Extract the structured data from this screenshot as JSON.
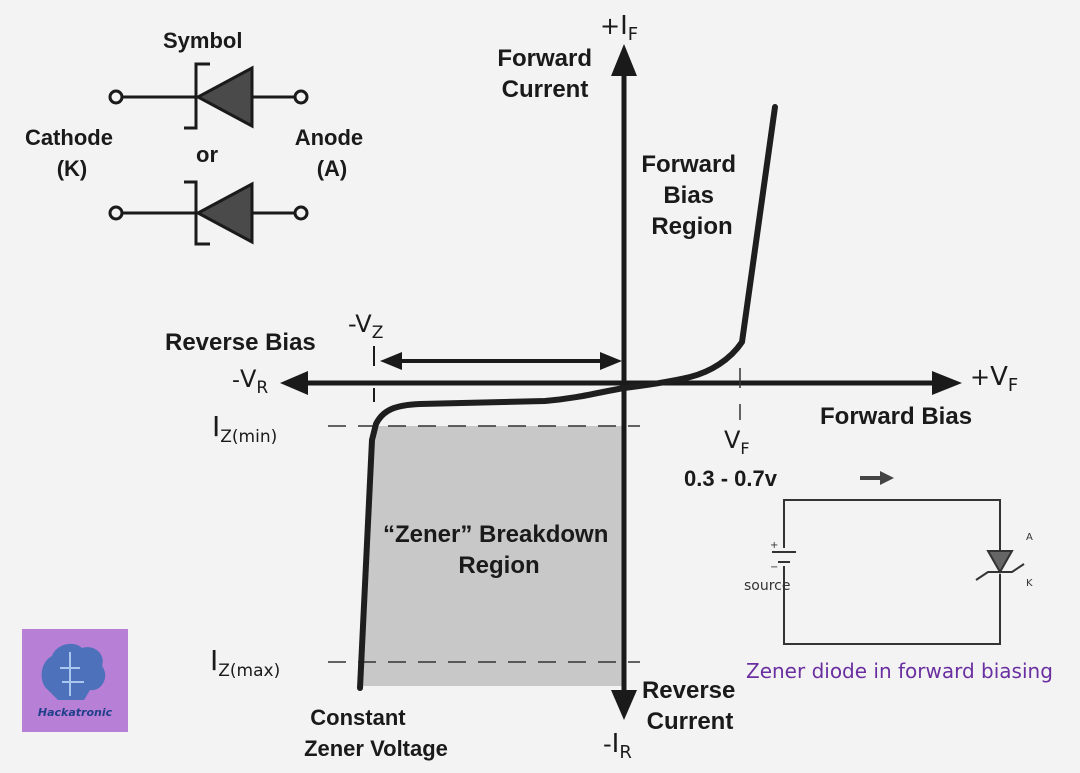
{
  "axes": {
    "y_plus": {
      "sign": "+",
      "main": "I",
      "sub": "F"
    },
    "y_minus": {
      "sign": "-",
      "main": "I",
      "sub": "R"
    },
    "x_plus": {
      "sign": "+",
      "main": "V",
      "sub": "F"
    },
    "x_minus": {
      "sign": "-",
      "main": "V",
      "sub": "R"
    },
    "forward_current": [
      "Forward",
      "Current"
    ],
    "reverse_current": [
      "Reverse",
      "Current"
    ],
    "forward_bias": "Forward Bias",
    "reverse_bias": "Reverse Bias"
  },
  "regions": {
    "forward_bias_region": [
      "Forward",
      "Bias",
      "Region"
    ],
    "zener_breakdown": [
      "“Zener” Breakdown",
      "Region"
    ],
    "constant_zener": [
      "Constant",
      "Zener Voltage"
    ]
  },
  "markers": {
    "vz": {
      "sign": "-",
      "main": "V",
      "sub": "Z"
    },
    "iz_min": {
      "main": "I",
      "sub": "Z(min)"
    },
    "iz_max": {
      "main": "I",
      "sub": "Z(max)"
    },
    "vf": {
      "main": "V",
      "sub": "F"
    },
    "vf_range": "0.3 - 0.7v"
  },
  "symbol": {
    "title": "Symbol",
    "or": "or",
    "cathode": [
      "Cathode",
      "(K)"
    ],
    "anode": [
      "Anode",
      "(A)"
    ]
  },
  "circuit": {
    "source_label": "source",
    "plus": "+",
    "minus": "−",
    "anode_letter": "A",
    "cathode_letter": "K",
    "caption": "Zener diode in forward biasing"
  },
  "logo": {
    "text": "Hackatronic"
  },
  "colors": {
    "curve": "#1e1e1e",
    "region_fill": "#c8c8c8",
    "caption": "#6a2fa0",
    "logo_bg": "#b77fd6"
  }
}
